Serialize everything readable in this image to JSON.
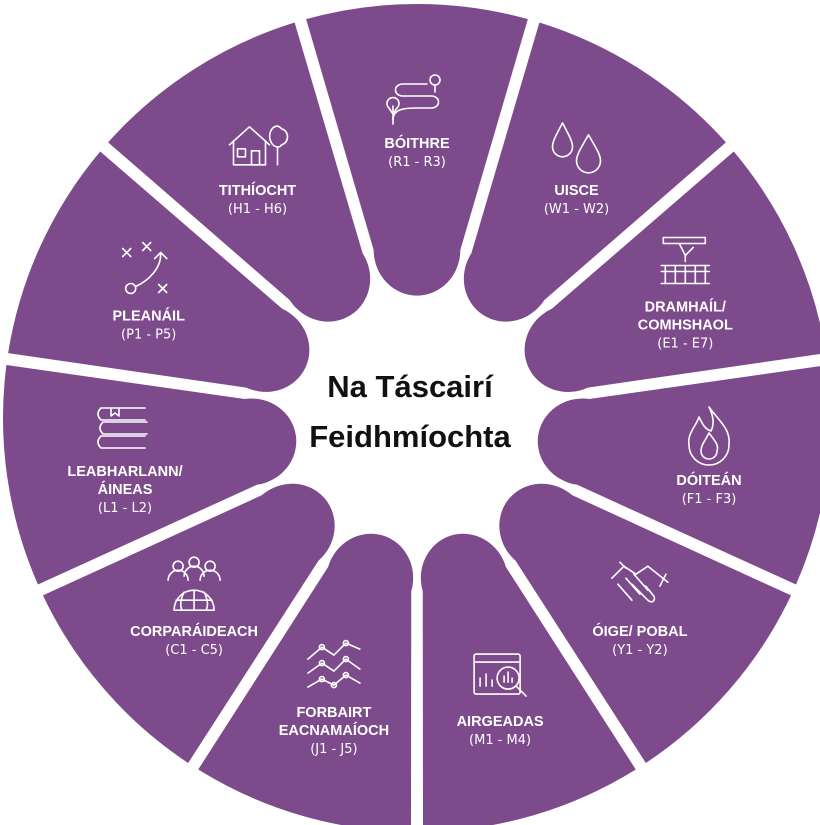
{
  "center": {
    "line1": "Na Táscairí",
    "line2": "Feidhmíochta"
  },
  "colors": {
    "segment": "#7d4b8c",
    "background": "#ffffff",
    "text": "#ffffff",
    "center_text": "#111111"
  },
  "segments": [
    {
      "title_lines": [
        "BÓITHRE"
      ],
      "code": "(R1 - R3)",
      "icon": "route-icon"
    },
    {
      "title_lines": [
        "UISCE"
      ],
      "code": "(W1 - W2)",
      "icon": "water-drops-icon"
    },
    {
      "title_lines": [
        "DRAMHAÍL/",
        "COMHSHAOL"
      ],
      "code": "(E1 - E7)",
      "icon": "waste-disposal-icon"
    },
    {
      "title_lines": [
        "DÓITEÁN"
      ],
      "code": "(F1 - F3)",
      "icon": "flame-icon"
    },
    {
      "title_lines": [
        "ÓIGE/ POBAL"
      ],
      "code": "(Y1 - Y2)",
      "icon": "handshake-icon"
    },
    {
      "title_lines": [
        "AIRGEADAS"
      ],
      "code": "(M1 - M4)",
      "icon": "analytics-icon"
    },
    {
      "title_lines": [
        "FORBAIRT",
        "EACNAMAÍOCH"
      ],
      "code": "(J1 - J5)",
      "icon": "line-graph-icon"
    },
    {
      "title_lines": [
        "CORPARÁIDEACH"
      ],
      "code": "(C1 - C5)",
      "icon": "people-globe-icon"
    },
    {
      "title_lines": [
        "LEABHARLANN/",
        "ÁINEAS"
      ],
      "code": "(L1 - L2)",
      "icon": "books-icon"
    },
    {
      "title_lines": [
        "PLEANÁIL"
      ],
      "code": "(P1 - P5)",
      "icon": "strategy-plan-icon"
    },
    {
      "title_lines": [
        "TITHÍOCHT"
      ],
      "code": "(H1 - H6)",
      "icon": "house-icon"
    }
  ]
}
